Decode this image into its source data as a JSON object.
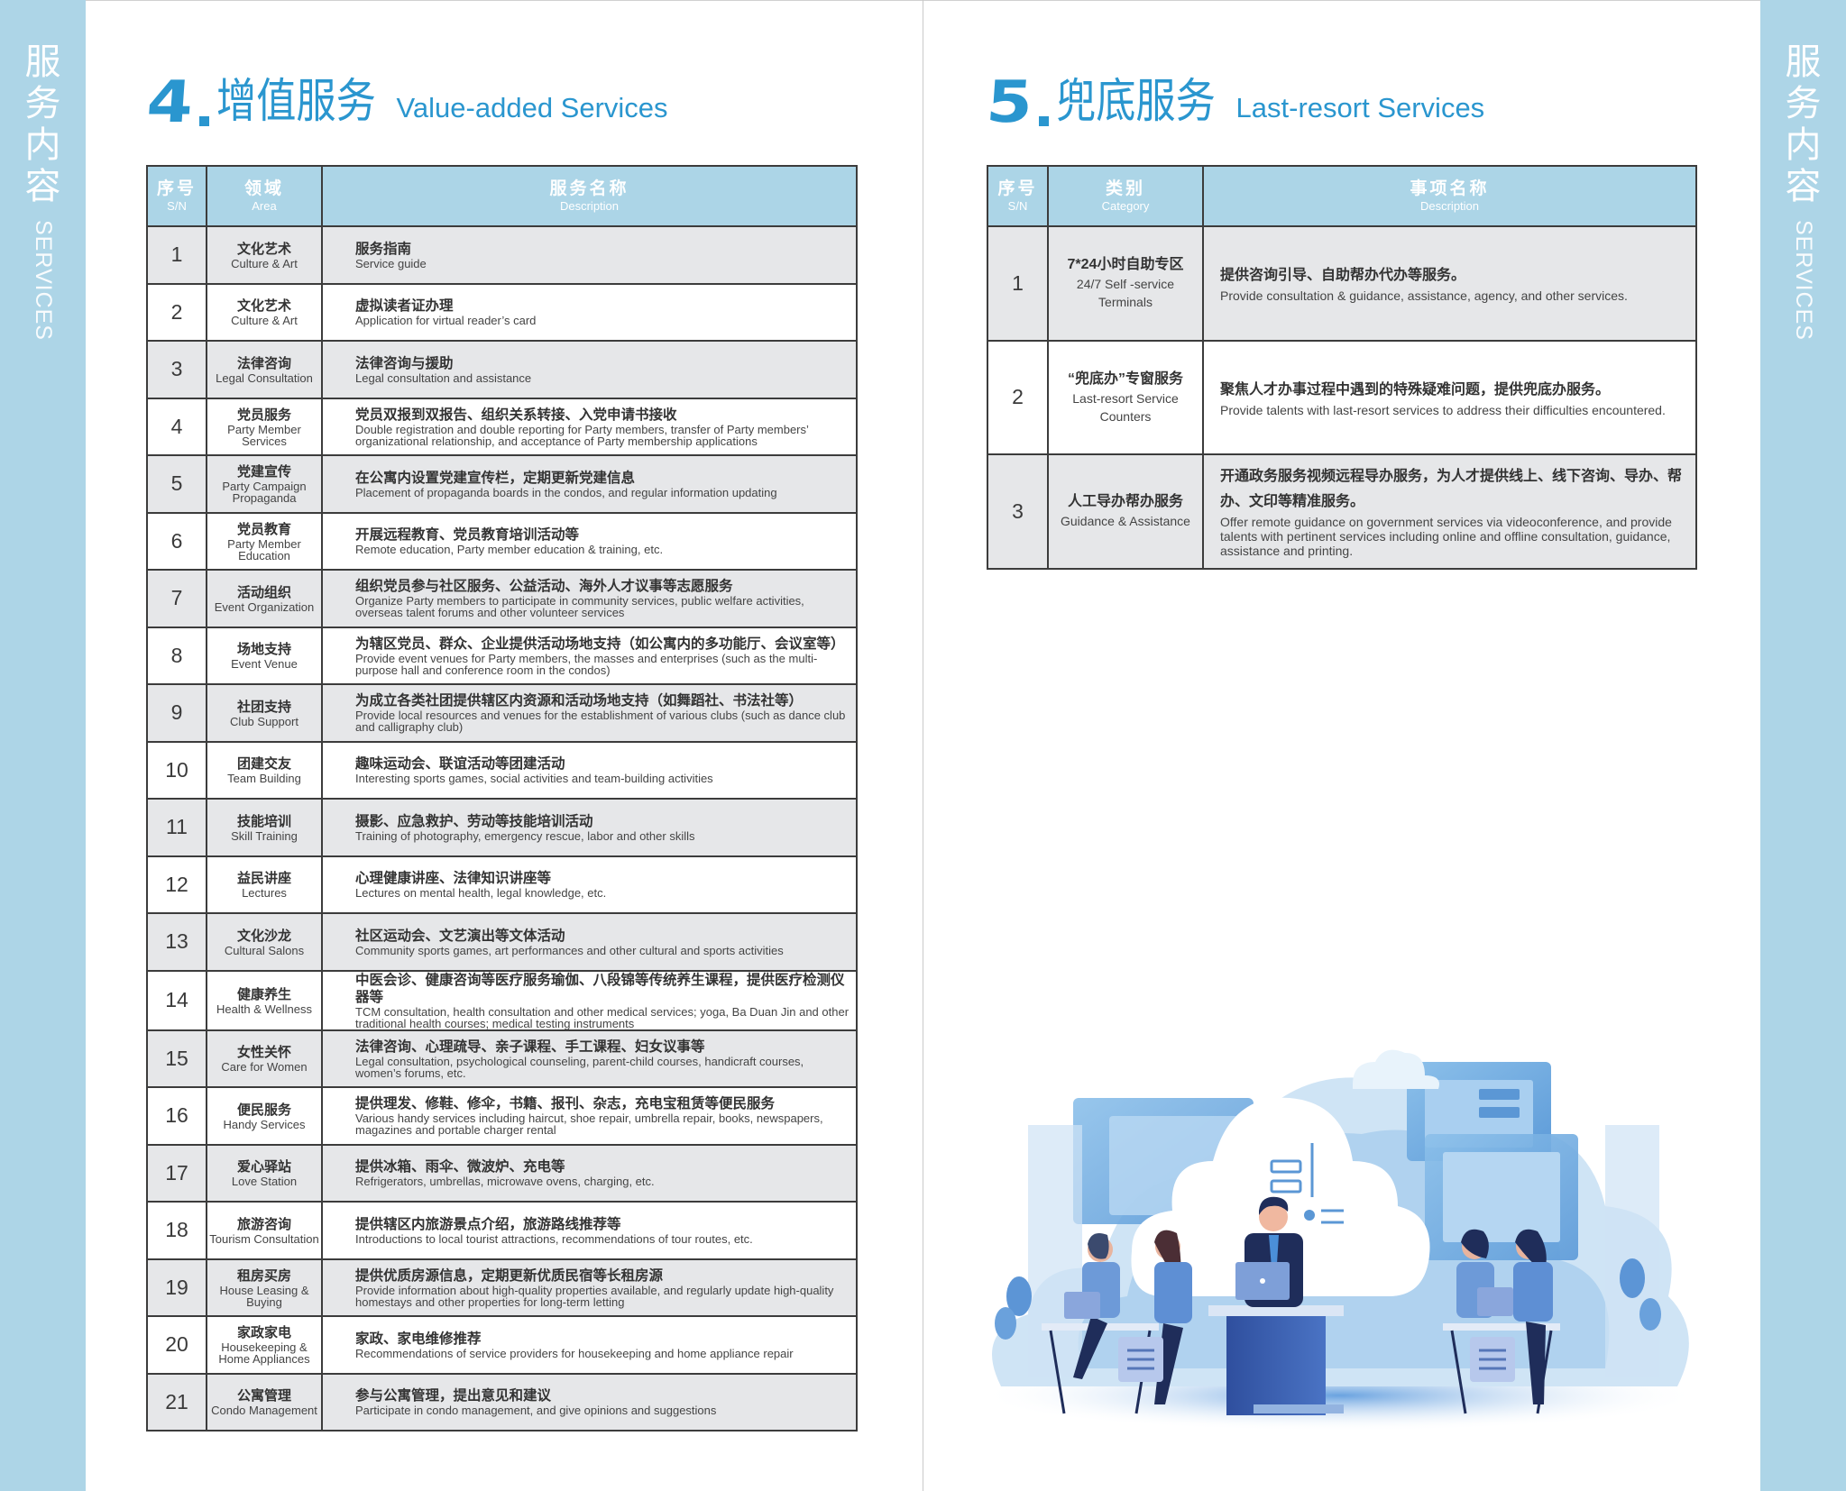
{
  "sidebar": {
    "label_zh": [
      "服",
      "务",
      "内",
      "容"
    ],
    "label_en": "SERVICES",
    "color": "#add5e7"
  },
  "section4": {
    "number": "4",
    "title_zh": "增值服务",
    "title_en": "Value-added Services",
    "headers": {
      "sn_zh": "序号",
      "sn_en": "S/N",
      "area_zh": "领域",
      "area_en": "Area",
      "desc_zh": "服务名称",
      "desc_en": "Description"
    },
    "rows": [
      {
        "sn": "1",
        "area_zh": "文化艺术",
        "area_en": "Culture & Art",
        "desc_zh": "服务指南",
        "desc_en": "Service guide"
      },
      {
        "sn": "2",
        "area_zh": "文化艺术",
        "area_en": "Culture & Art",
        "desc_zh": "虚拟读者证办理",
        "desc_en": "Application for virtual reader’s card"
      },
      {
        "sn": "3",
        "area_zh": "法律咨询",
        "area_en": "Legal Consultation",
        "desc_zh": "法律咨询与援助",
        "desc_en": "Legal consultation and assistance"
      },
      {
        "sn": "4",
        "area_zh": "党员服务",
        "area_en": "Party Member Services",
        "desc_zh": "党员双报到双报告、组织关系转接、入党申请书接收",
        "desc_en": "Double registration and double reporting for Party members, transfer of Party members’ organizational relationship, and acceptance of Party membership applications"
      },
      {
        "sn": "5",
        "area_zh": "党建宣传",
        "area_en": "Party Campaign Propaganda",
        "desc_zh": "在公寓内设置党建宣传栏，定期更新党建信息",
        "desc_en": "Placement of propaganda boards in the condos, and regular information updating"
      },
      {
        "sn": "6",
        "area_zh": "党员教育",
        "area_en": "Party Member Education",
        "desc_zh": "开展远程教育、党员教育培训活动等",
        "desc_en": "Remote education, Party member education & training, etc."
      },
      {
        "sn": "7",
        "area_zh": "活动组织",
        "area_en": "Event Organization",
        "desc_zh": "组织党员参与社区服务、公益活动、海外人才议事等志愿服务",
        "desc_en": "Organize Party members to participate in community services, public welfare activities, overseas talent forums and other volunteer services"
      },
      {
        "sn": "8",
        "area_zh": "场地支持",
        "area_en": "Event Venue",
        "desc_zh": "为辖区党员、群众、企业提供活动场地支持（如公寓内的多功能厅、会议室等）",
        "desc_en": "Provide event venues for Party members, the masses and enterprises (such as the multi-purpose hall and conference room in the condos)"
      },
      {
        "sn": "9",
        "area_zh": "社团支持",
        "area_en": "Club Support",
        "desc_zh": "为成立各类社团提供辖区内资源和活动场地支持（如舞蹈社、书法社等）",
        "desc_en": "Provide local resources and venues for the establishment of various clubs (such as dance club and calligraphy club)"
      },
      {
        "sn": "10",
        "area_zh": "团建交友",
        "area_en": "Team Building",
        "desc_zh": "趣味运动会、联谊活动等团建活动",
        "desc_en": "Interesting sports games, social activities and team-building activities"
      },
      {
        "sn": "11",
        "area_zh": "技能培训",
        "area_en": "Skill Training",
        "desc_zh": "摄影、应急救护、劳动等技能培训活动",
        "desc_en": "Training of photography, emergency rescue, labor and other skills"
      },
      {
        "sn": "12",
        "area_zh": "益民讲座",
        "area_en": "Lectures",
        "desc_zh": "心理健康讲座、法律知识讲座等",
        "desc_en": "Lectures on mental health, legal knowledge, etc."
      },
      {
        "sn": "13",
        "area_zh": "文化沙龙",
        "area_en": "Cultural Salons",
        "desc_zh": "社区运动会、文艺演出等文体活动",
        "desc_en": "Community sports games, art performances and other cultural and sports activities"
      },
      {
        "sn": "14",
        "area_zh": "健康养生",
        "area_en": "Health & Wellness",
        "desc_zh": "中医会诊、健康咨询等医疗服务瑜伽、八段锦等传统养生课程，提供医疗检测仪器等",
        "desc_en": "TCM consultation, health consultation and other medical services; yoga, Ba Duan Jin and other traditional health courses; medical testing instruments"
      },
      {
        "sn": "15",
        "area_zh": "女性关怀",
        "area_en": "Care for Women",
        "desc_zh": "法律咨询、心理疏导、亲子课程、手工课程、妇女议事等",
        "desc_en": "Legal consultation, psychological counseling, parent-child courses, handicraft courses, women’s forums, etc."
      },
      {
        "sn": "16",
        "area_zh": "便民服务",
        "area_en": "Handy Services",
        "desc_zh": "提供理发、修鞋、修伞，书籍、报刊、杂志，充电宝租赁等便民服务",
        "desc_en": "Various handy services including haircut, shoe repair, umbrella repair, books, newspapers, magazines and portable charger rental"
      },
      {
        "sn": "17",
        "area_zh": "爱心驿站",
        "area_en": "Love Station",
        "desc_zh": "提供冰箱、雨伞、微波炉、充电等",
        "desc_en": "Refrigerators, umbrellas, microwave ovens, charging, etc."
      },
      {
        "sn": "18",
        "area_zh": "旅游咨询",
        "area_en": "Tourism Consultation",
        "desc_zh": "提供辖区内旅游景点介绍，旅游路线推荐等",
        "desc_en": "Introductions to local tourist attractions, recommendations of tour routes, etc."
      },
      {
        "sn": "19",
        "area_zh": "租房买房",
        "area_en": "House Leasing & Buying",
        "desc_zh": "提供优质房源信息，定期更新优质民宿等长租房源",
        "desc_en": "Provide information about high-quality properties available, and regularly update high-quality homestays and other properties for long-term letting"
      },
      {
        "sn": "20",
        "area_zh": "家政家电",
        "area_en": "Housekeeping & Home Appliances",
        "desc_zh": "家政、家电维修推荐",
        "desc_en": "Recommendations of service providers for housekeeping and home appliance repair"
      },
      {
        "sn": "21",
        "area_zh": "公寓管理",
        "area_en": "Condo Management",
        "desc_zh": "参与公寓管理，提出意见和建议",
        "desc_en": "Participate in condo management, and give opinions and suggestions"
      }
    ]
  },
  "section5": {
    "number": "5",
    "title_zh": "兜底服务",
    "title_en": "Last-resort Services",
    "headers": {
      "sn_zh": "序号",
      "sn_en": "S/N",
      "cat_zh": "类别",
      "cat_en": "Category",
      "desc_zh": "事项名称",
      "desc_en": "Description"
    },
    "rows": [
      {
        "sn": "1",
        "cat_zh": "7*24小时自助专区",
        "cat_en": "24/7 Self -service Terminals",
        "desc_zh": "提供咨询引导、自助帮办代办等服务。",
        "desc_en": "Provide consultation & guidance, assistance, agency, and other services."
      },
      {
        "sn": "2",
        "cat_zh": "“兜底办”专窗服务",
        "cat_en": "Last-resort Service Counters",
        "desc_zh": "聚焦人才办事过程中遇到的特殊疑难问题，提供兜底办服务。",
        "desc_en": "Provide talents with last-resort services to address their difficulties encountered."
      },
      {
        "sn": "3",
        "cat_zh": "人工导办帮办服务",
        "cat_en": "Guidance & Assistance",
        "desc_zh": "开通政务服务视频远程导办服务，为人才提供线上、线下咨询、导办、帮办、文印等精准服务。",
        "desc_en": "Offer remote guidance on government services via videoconference, and provide talents with pertinent services including online and offline consultation, guidance, assistance and printing."
      }
    ]
  },
  "illustration": {
    "subject": "office-team-cloud-illustration",
    "accent": "#4a86d0"
  },
  "colors": {
    "title_blue": "#2a96cf",
    "header_bg": "#acd5e7",
    "row_grey": "#e6e7e9"
  }
}
